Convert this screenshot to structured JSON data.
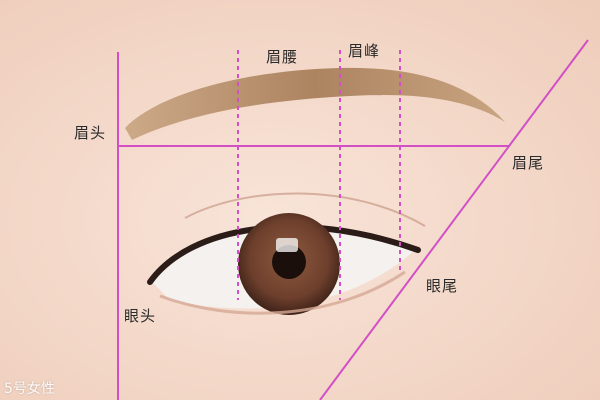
{
  "labels": {
    "brow_waist": "眉腰",
    "brow_peak": "眉峰",
    "brow_head": "眉头",
    "brow_tail": "眉尾",
    "eye_tail": "眼尾",
    "eye_head": "眼头"
  },
  "watermark": "5号女性",
  "colors": {
    "guide_line": "#d24fc6",
    "skin": "#f6dccd",
    "brow": "#b88b63",
    "iris": "#7a4a35"
  }
}
